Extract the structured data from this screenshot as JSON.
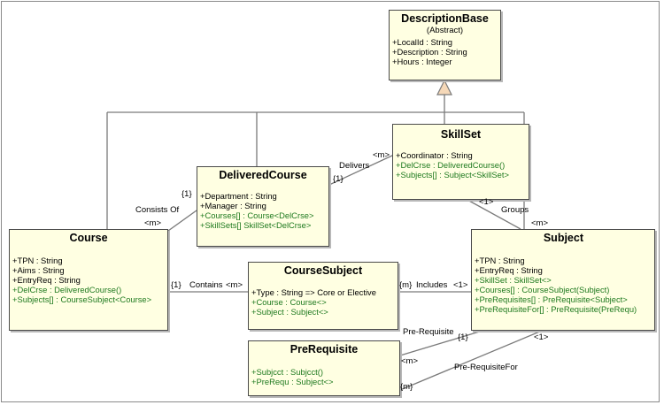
{
  "classes": {
    "description_base": {
      "name": "DescriptionBase",
      "stereotype": "(Abstract)",
      "attributes": [
        "+LocalId : String",
        "+Description : String",
        "+Hours : Integer"
      ],
      "relations": []
    },
    "skill_set": {
      "name": "SkillSet",
      "attributes": [
        "+Coordinator : String"
      ],
      "relations": [
        "+DelCrse : DeliveredCourse()",
        "+Subjects[] : Subject<SkillSet>"
      ]
    },
    "delivered_course": {
      "name": "DeliveredCourse",
      "attributes": [
        "+Department : String",
        "+Manager : String"
      ],
      "relations": [
        "+Courses[] : Course<DelCrse>",
        "+SkillSets[] SkillSet<DelCrse>"
      ]
    },
    "course": {
      "name": "Course",
      "attributes": [
        "+TPN : String",
        "+Aims : String",
        "+EntryReq : String"
      ],
      "relations": [
        "+DelCrse : DeliveredCourse()",
        "+Subjects[] : CourseSubject<Course>"
      ]
    },
    "course_subject": {
      "name": "CourseSubject",
      "attributes": [
        "+Type : String  => Core or Elective"
      ],
      "relations": [
        "+Course : Course<>",
        "+Subject : Subject<>"
      ]
    },
    "subject": {
      "name": "Subject",
      "attributes": [
        "+TPN : String",
        "+EntryReq : String"
      ],
      "relations": [
        "+SkillSet : SkillSet<>",
        "+Courses[] : CourseSubject(Subject)",
        "+PreRequisites[] : PreRequisite<Subject>",
        "+PreRequisiteFor[] : PreRequisite(PreRequ)"
      ]
    },
    "pre_requisite": {
      "name": "PreRequisite",
      "attributes": [],
      "relations": [
        "+Subjcct : Subjcct()",
        "+PreRequ : Subject<>"
      ]
    }
  },
  "labels": {
    "delivers": "Delivers",
    "delivers_m": "<m>",
    "delivers_one": "{1}",
    "consists_of": "Consists Of",
    "consists_one": "{1}",
    "consists_m": "<m>",
    "groups": "Groups",
    "groups_one": "<1>",
    "groups_m": "<m>",
    "contains": "Contains",
    "contains_one": "{1}",
    "contains_m": "<m>",
    "includes": "Includes",
    "includes_m": "{m}",
    "includes_one": "<1>",
    "prereq": "Pre-Requisite",
    "prereq_one": "{1}",
    "prereq_m": "<m>",
    "prereqfor": "Pre-RequisiteFor",
    "prereqfor_one": "<1>",
    "prereqfor_m": "{m}"
  },
  "colors": {
    "class_fill": "#ffffe2",
    "relation_text": "#1f7a1f",
    "line": "#7a7a7a",
    "generalization_arrow": "#f5d8b8"
  }
}
